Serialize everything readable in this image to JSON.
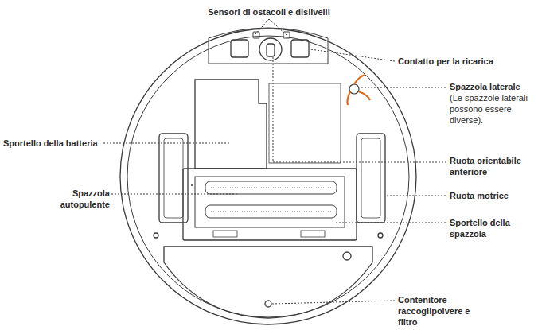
{
  "diagram": {
    "labels": [
      "Sensori di ostacoli e dislivelli",
      "Contatto per la ricarica",
      "Spazzola laterale",
      "(Le spazzole laterali possono essere diverse).",
      "Sportello della batteria",
      "Ruota orientabile anteriore",
      "Spazzola autopulente",
      "Ruota motrice",
      "Sportello della spazzola",
      "Contenitore raccoglipolvere e filtro"
    ]
  }
}
